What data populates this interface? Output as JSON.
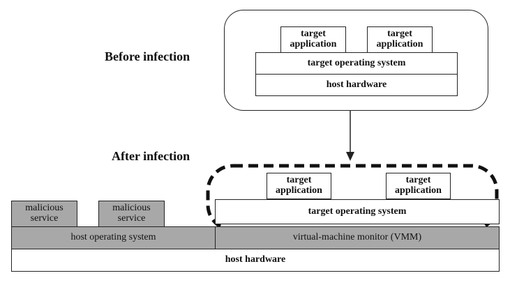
{
  "diagram": {
    "before": {
      "heading": "Before infection",
      "apps": [
        "target application",
        "target application"
      ],
      "os_label": "target operating system",
      "hardware_label": "host hardware"
    },
    "after": {
      "heading": "After infection",
      "apps": [
        "target application",
        "target application"
      ],
      "os_label": "target operating system",
      "services": [
        "malicious service",
        "malicious service"
      ],
      "host_os_label": "host operating system",
      "vmm_label": "virtual-machine monitor (VMM)",
      "hardware_label": "host hardware"
    },
    "colors": {
      "line": "#222222",
      "shaded": "#a8a8a8",
      "background": "#ffffff"
    }
  }
}
